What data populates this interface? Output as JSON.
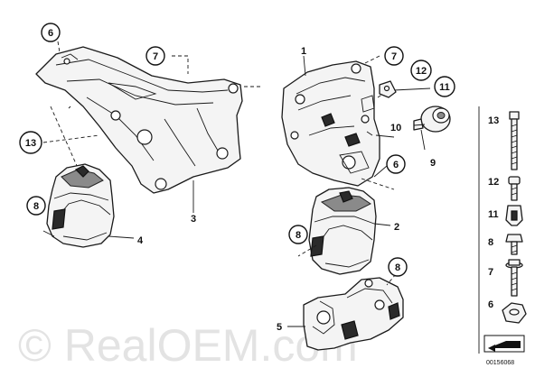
{
  "diagram": {
    "watermark": "© RealOEM.com",
    "diagram_id": "00156068",
    "callouts": [
      {
        "id": "c6-top",
        "label": "6"
      },
      {
        "id": "c7-left",
        "label": "7"
      },
      {
        "id": "c13-left",
        "label": "13"
      },
      {
        "id": "c8-left",
        "label": "8"
      },
      {
        "id": "c7-right",
        "label": "7"
      },
      {
        "id": "c12",
        "label": "12"
      },
      {
        "id": "c11",
        "label": "11"
      },
      {
        "id": "c6-right",
        "label": "6"
      },
      {
        "id": "c8-mid",
        "label": "8"
      },
      {
        "id": "c8-low",
        "label": "8"
      }
    ],
    "plain_labels": [
      {
        "id": "l3",
        "label": "3"
      },
      {
        "id": "l4",
        "label": "4"
      },
      {
        "id": "l1",
        "label": "1"
      },
      {
        "id": "l10",
        "label": "10"
      },
      {
        "id": "l9",
        "label": "9"
      },
      {
        "id": "l2",
        "label": "2"
      },
      {
        "id": "l5",
        "label": "5"
      }
    ],
    "legend": [
      {
        "id": "legend-13",
        "label": "13",
        "part": "long-bolt"
      },
      {
        "id": "legend-12",
        "label": "12",
        "part": "short-bolt"
      },
      {
        "id": "legend-11",
        "label": "11",
        "part": "clip"
      },
      {
        "id": "legend-8",
        "label": "8",
        "part": "hex-bolt"
      },
      {
        "id": "legend-7",
        "label": "7",
        "part": "hex-bolt-washer"
      },
      {
        "id": "legend-6",
        "label": "6",
        "part": "hex-nut"
      }
    ]
  }
}
